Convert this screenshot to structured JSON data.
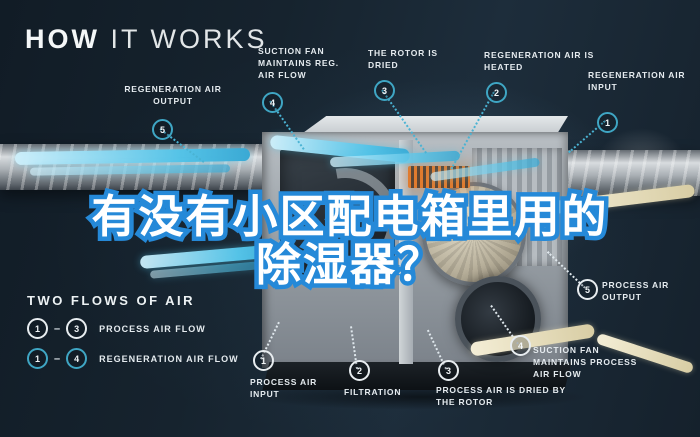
{
  "title": {
    "word_bold": "HOW",
    "word_light": "IT WORKS"
  },
  "overlay": {
    "line1": "有没有小区配电箱里用的",
    "line2": "除湿器？"
  },
  "labels": {
    "regeneration": [
      {
        "num": "5",
        "text": "REGENERATION AIR OUTPUT"
      },
      {
        "num": "4",
        "text": "SUCTION FAN MAINTAINS REG. AIR FLOW"
      },
      {
        "num": "3",
        "text": "THE ROTOR IS DRIED"
      },
      {
        "num": "2",
        "text": "REGENERATION AIR IS HEATED"
      },
      {
        "num": "1",
        "text": "REGENERATION AIR INPUT"
      }
    ],
    "process": [
      {
        "num": "1",
        "text": "PROCESS AIR INPUT"
      },
      {
        "num": "2",
        "text": "FILTRATION"
      },
      {
        "num": "3",
        "text": "PROCESS AIR IS DRIED BY THE ROTOR"
      },
      {
        "num": "4",
        "text": "SUCTION FAN MAINTAINS PROCESS AIR FLOW"
      },
      {
        "num": "5",
        "text": "PROCESS AIR OUTPUT"
      }
    ]
  },
  "legend": {
    "heading": "TWO FLOWS OF AIR",
    "rows": [
      {
        "from": "1",
        "dash": "–",
        "to": "3",
        "label": "PROCESS AIR FLOW",
        "style": "process"
      },
      {
        "from": "1",
        "dash": "–",
        "to": "4",
        "label": "REGENERATION AIR FLOW",
        "style": "regen"
      }
    ]
  },
  "colors": {
    "background_navy": "#16232e",
    "accent_teal": "#3fa6c4",
    "process_white": "#e8edf0",
    "heater_orange": "#e07b2e",
    "overlay_stroke_blue": "#2589d8",
    "overlay_fill_white": "#ffffff"
  }
}
